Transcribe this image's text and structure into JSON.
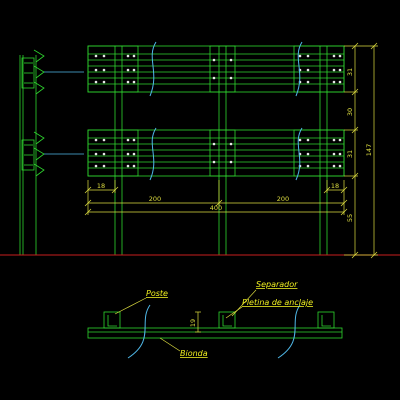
{
  "colors": {
    "background": "#000000",
    "structure": "#2fd62f",
    "dimension": "#dede40",
    "guardrail_break": "#4fb8e8",
    "ground": "#c81e1e",
    "bolt": "#e8e8e8"
  },
  "dimensions": {
    "right_segment_1": "31",
    "right_segment_2": "30",
    "right_segment_3": "31",
    "right_segment_4": "55",
    "right_total": "147",
    "left_offset": "18",
    "right_offset": "18",
    "left_span": "200",
    "right_span": "200",
    "total_span": "400",
    "plan_dimension": "19"
  },
  "labels": {
    "post": "Poste",
    "spacer": "Separador",
    "anchor_plate": "Pletina de anclaje",
    "beam": "Bionda"
  }
}
